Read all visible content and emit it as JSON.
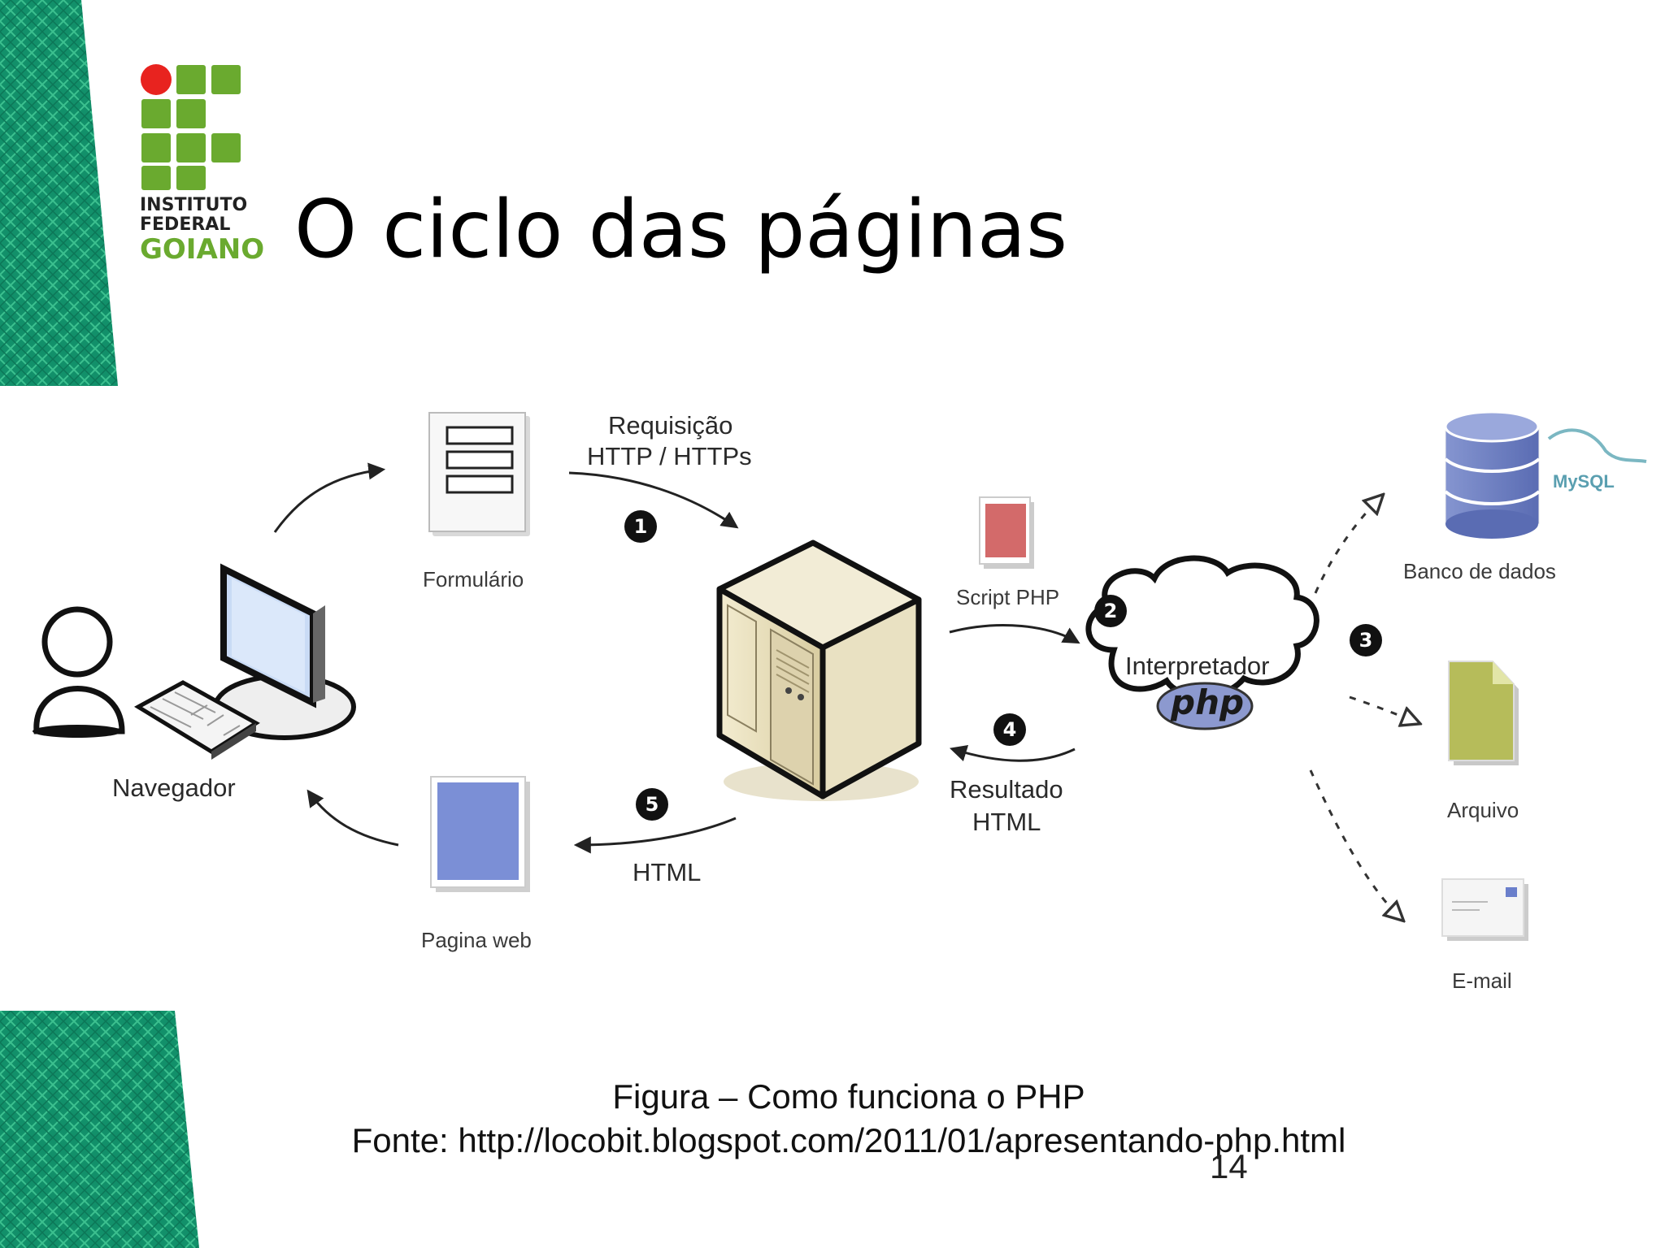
{
  "slide": {
    "title": "O ciclo das páginas",
    "page_number": "14"
  },
  "logo": {
    "line1": "INSTITUTO",
    "line2": "FEDERAL",
    "line3": "GOIANO",
    "colors": {
      "green": "#6aaa2f",
      "red": "#e8231f"
    }
  },
  "diagram": {
    "nodes": {
      "browser": "Navegador",
      "form": "Formulário",
      "webpage": "Pagina web",
      "script": "Script PHP",
      "interpreter": "Interpretador",
      "php_logo": "php",
      "database": "Banco de dados",
      "mysql_logo": "MySQL",
      "file": "Arquivo",
      "email": "E-mail"
    },
    "edges": {
      "request_line1": "Requisição",
      "request_line2": "HTTP / HTTPs",
      "result_line1": "Resultado",
      "result_line2": "HTML",
      "html": "HTML"
    },
    "steps": [
      "1",
      "2",
      "3",
      "4",
      "5"
    ]
  },
  "caption": {
    "line1": "Figura – Como funciona o PHP",
    "line2": "Fonte: http://locobit.blogspot.com/2011/01/apresentando-php.html"
  },
  "colors": {
    "pattern_green": "#1a9a72",
    "database_blue": "#6c7fc0",
    "webpage_blue": "#7b8fd6",
    "script_red": "#d36a6a",
    "file_green": "#b6bc5a"
  }
}
